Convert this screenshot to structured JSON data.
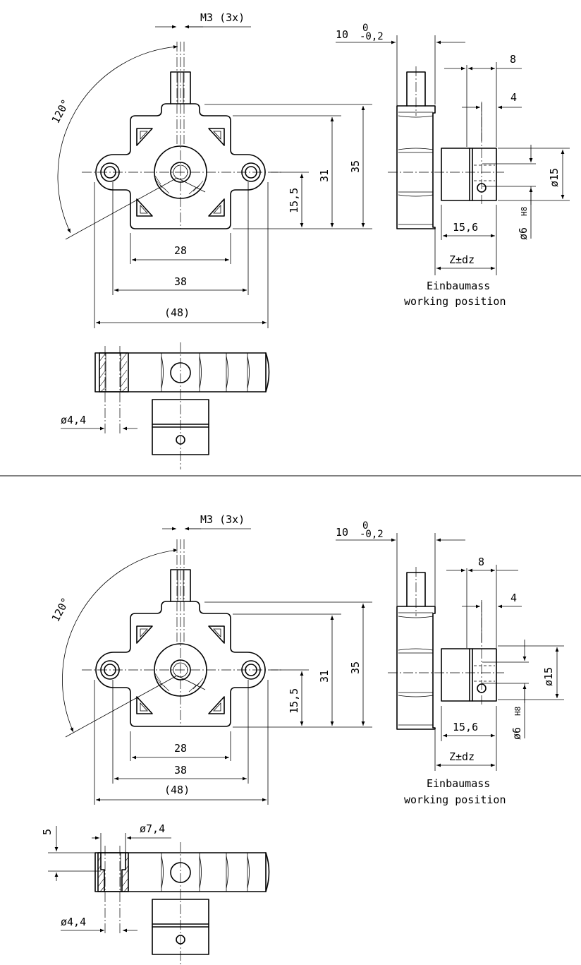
{
  "labels": {
    "thread": "M3 (3x)",
    "angle": "120°",
    "depth_nominal": "10",
    "tol_upper": "0",
    "tol_lower": "-0,2",
    "dim_8": "8",
    "dim_4": "4",
    "dim_35": "35",
    "dim_31": "31",
    "dim_15_5": "15,5",
    "dim_15": "ø15",
    "dim_6h8": "ø6",
    "fit": "H8",
    "dim_15_6": "15,6",
    "dim_z": "Z±dz",
    "dim_28": "28",
    "dim_38": "38",
    "dim_48": "(48)",
    "caption_de": "Einbaumass",
    "caption_en": "working position",
    "dim_4_4": "ø4,4",
    "dim_7_4": "ø7,4",
    "dim_5": "5"
  }
}
